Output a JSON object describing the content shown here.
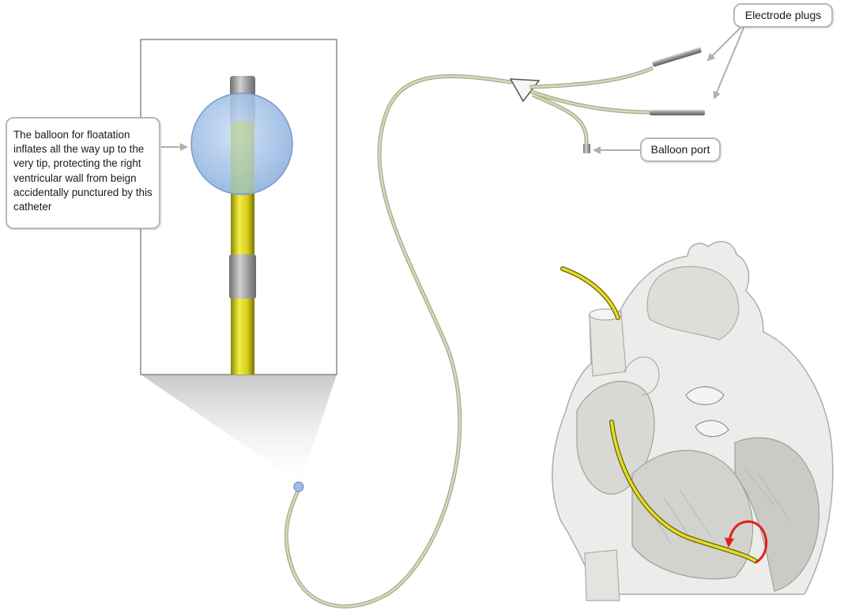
{
  "callouts": {
    "balloon_text": "The balloon for floatation inflates all the way up to the very tip, protecting the right ventricular wall from beign accidentally punctured by this catheter",
    "electrode_plugs": "Electrode plugs",
    "balloon_port": "Balloon port"
  },
  "colors": {
    "catheter_tube": "#cfcfb0",
    "catheter_shaft": "#d8d21c",
    "balloon": "#9cbde6",
    "metal_band": "#9a9a9a",
    "rotation_arrow": "#e0201a",
    "heart_fill": "#ececea"
  }
}
